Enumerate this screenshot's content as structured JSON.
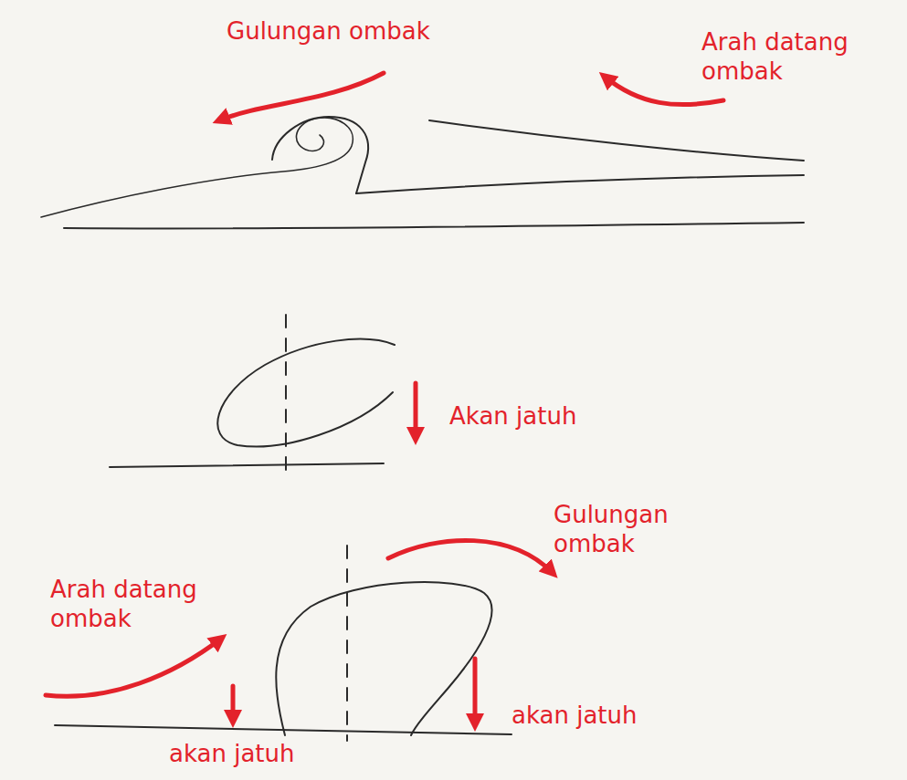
{
  "diagram": {
    "labels": [
      "Gulungan ombak",
      "Arah datang ombak",
      "Akan jatuh",
      "Gulungan ombak",
      "Arah datang ombak",
      "akan jatuh",
      "akan jatuh"
    ]
  }
}
